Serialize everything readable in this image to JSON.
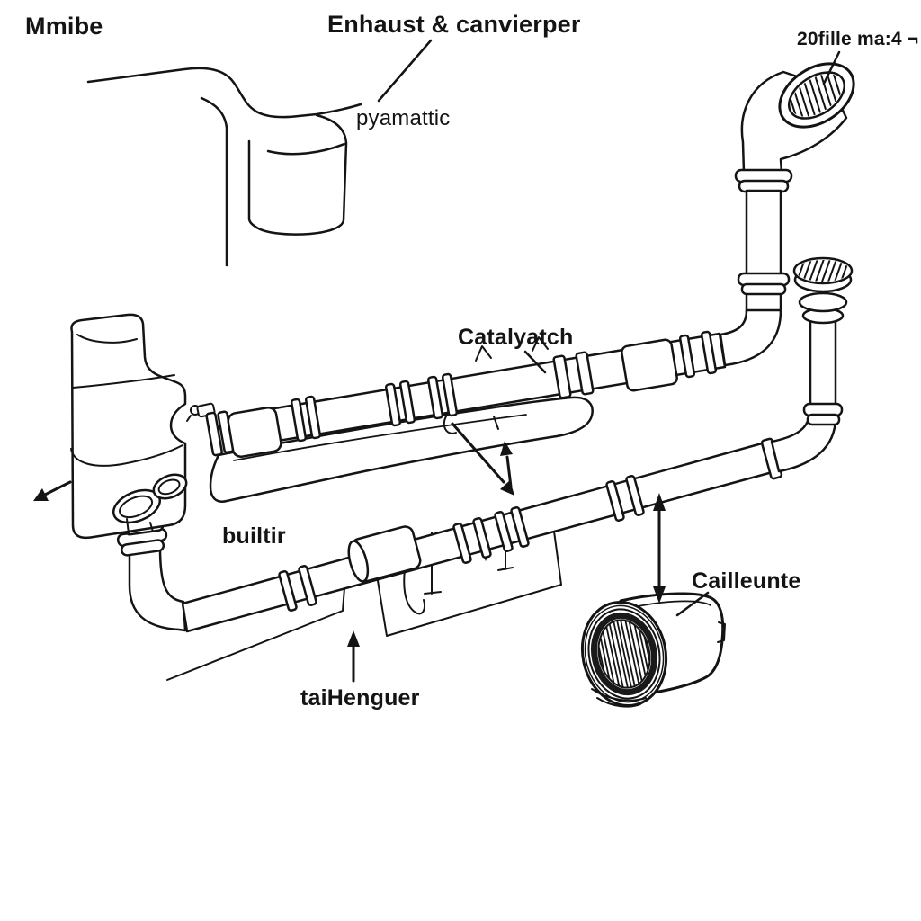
{
  "canvas": {
    "background": "#ffffff",
    "ink": "#141414"
  },
  "labels": {
    "title": "Mmibe",
    "exhaust_header": "Enhaust & canvierper",
    "header_sub": "pyamattic",
    "inlet_tip": "20fille ma:4 ¬",
    "catalytic": "Catalyatch",
    "muffler_area": "builtir",
    "tailpipe": "taiHenguer",
    "substrate": "Cailleunte"
  },
  "diagram": {
    "type": "exhaust-system-line-diagram",
    "parts": [
      "body-panel",
      "downpipe-elbow",
      "intermediate-pipe",
      "muffler",
      "heat-shield",
      "hanger-bracket",
      "tailpipe-run",
      "rain-cap-tailpipe",
      "catalyst-substrate"
    ],
    "annotation_arrows": [
      {
        "name": "muffler-out-arrow",
        "direction": "down-left"
      },
      {
        "name": "hanger-double-arrow",
        "direction": "diagonal-up-down"
      },
      {
        "name": "substrate-double-arrow",
        "direction": "vertical"
      },
      {
        "name": "tailpipe-up-arrow",
        "direction": "up"
      }
    ]
  }
}
